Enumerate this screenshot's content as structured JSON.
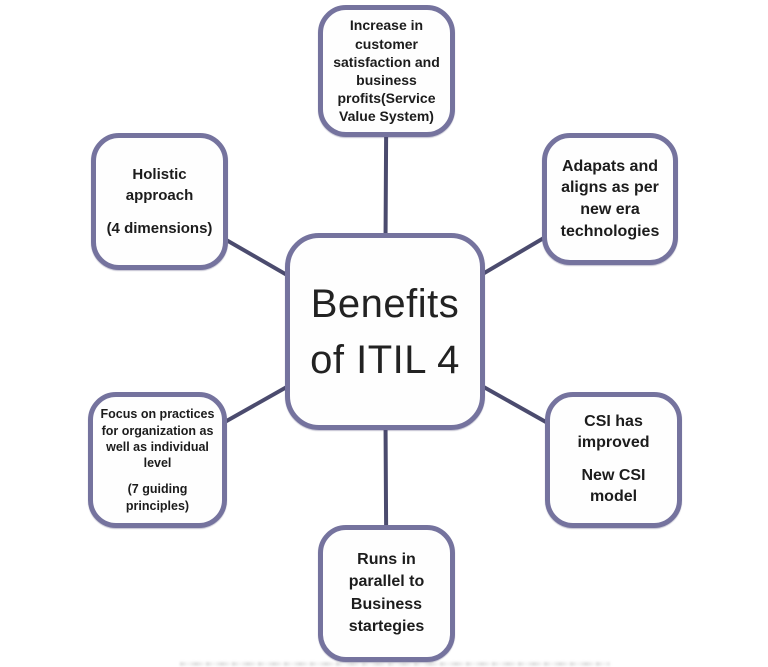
{
  "diagram_title": "Benefits of ITIL 4",
  "colors": {
    "box_border": "#75739e",
    "connector_line": "#4b4b6e",
    "text": "#1c1c1c",
    "background": "#ffffff"
  },
  "center": {
    "label": "Benefits of ITIL 4"
  },
  "nodes": [
    {
      "id": "customer-satisfaction",
      "position": "top",
      "paragraphs": [
        "Increase in customer satisfaction and business profits(Service Value System)"
      ]
    },
    {
      "id": "adapts-technologies",
      "position": "top-right",
      "paragraphs": [
        "Adapats and aligns as per new era technologies"
      ]
    },
    {
      "id": "csi-improved",
      "position": "bottom-right",
      "paragraphs": [
        "CSI has improved",
        "New CSI model"
      ]
    },
    {
      "id": "business-strategies",
      "position": "bottom",
      "paragraphs": [
        "Runs in parallel to Business startegies"
      ]
    },
    {
      "id": "practices-focus",
      "position": "bottom-left",
      "paragraphs": [
        "Focus on practices for organization as well as individual level",
        "(7 guiding principles)"
      ]
    },
    {
      "id": "holistic-approach",
      "position": "top-left",
      "paragraphs": [
        "Holistic approach",
        "(4 dimensions)"
      ]
    }
  ]
}
